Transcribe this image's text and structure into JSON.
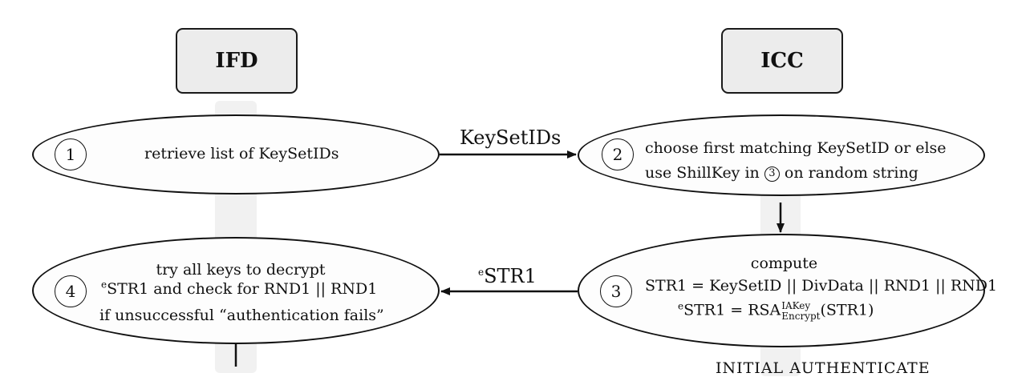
{
  "actors": {
    "left": "IFD",
    "right": "ICC"
  },
  "steps": {
    "s1": {
      "num": "1",
      "text": "retrieve list of KeySetIDs"
    },
    "s2": {
      "num": "2",
      "line1": "choose first matching KeySetID or else",
      "line2a": "use ShillKey in",
      "line2ref": "3",
      "line2b": "on random string"
    },
    "s3": {
      "num": "3",
      "line1": "compute",
      "line2": "STR1 = KeySetID || DivData || RND1 || RND1",
      "line3_sup_e": "e",
      "line3_a": "STR1 = RSA",
      "line3_sup": "IAKey",
      "line3_sub": "Encrypt",
      "line3_b": "(STR1)"
    },
    "s4": {
      "num": "4",
      "line1": "try all keys to decrypt",
      "line2_sup_e": "e",
      "line2": "STR1 and check for RND1 || RND1",
      "line3": "if unsuccessful “authentication fails”"
    }
  },
  "messages": {
    "m1": "KeySetIDs",
    "m2_sup": "e",
    "m2": "STR1"
  },
  "cutoff_text": "INITIAL AUTHENTICATE"
}
